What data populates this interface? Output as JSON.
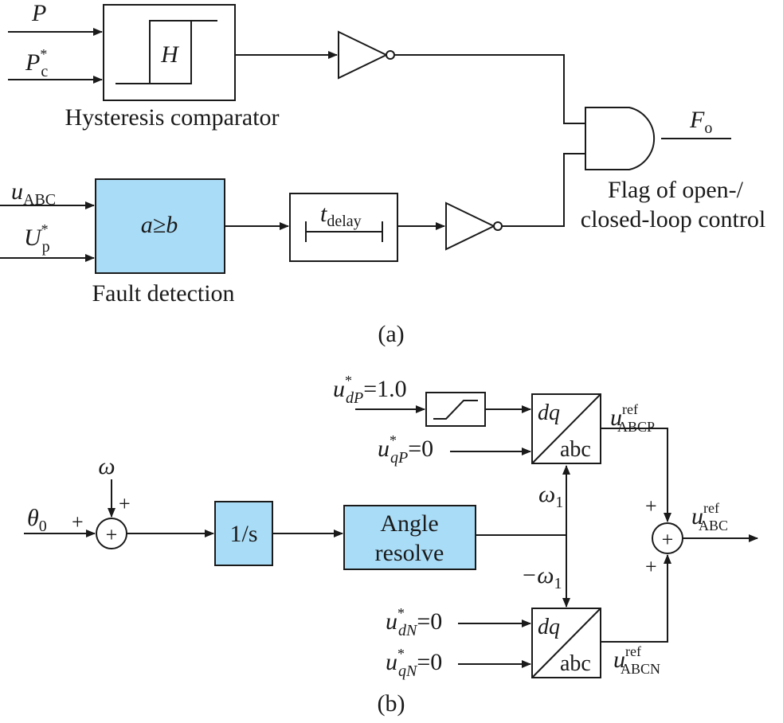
{
  "panel_a": {
    "input_p": "P",
    "input_pc_base": "P",
    "input_pc_sup": "*",
    "input_pc_sub": "c",
    "hysteresis_symbol": "H",
    "hysteresis_caption": "Hysteresis comparator",
    "input_uabc_base": "u",
    "input_uabc_sub": "ABC",
    "input_up_base": "U",
    "input_up_sup": "*",
    "input_up_sub": "p",
    "fault_block_text": "a≥b",
    "fault_caption": "Fault detection",
    "delay_base": "t",
    "delay_sub": "delay",
    "output_fo_base": "F",
    "output_fo_sub": "o",
    "flag_caption_line1": "Flag of open-/",
    "flag_caption_line2": "closed-loop control",
    "panel_label": "(a)"
  },
  "panel_b": {
    "theta_base": "θ",
    "theta_sub": "0",
    "theta_sign": "+",
    "omega": "ω",
    "omega_sign": "+",
    "sum_symbol": "+",
    "integrator_text": "1/s",
    "angle_line1": "Angle",
    "angle_line2": "resolve",
    "omega1_base": "ω",
    "omega1_sub": "1",
    "neg_omega1_base": "−ω",
    "neg_omega1_sub": "1",
    "udp_base": "u",
    "udp_sup": "*",
    "udp_sub": "dP",
    "udp_value": "=1.0",
    "uqp_base": "u",
    "uqp_sup": "*",
    "uqp_sub": "qP",
    "uqp_value": "=0",
    "udn_base": "u",
    "udn_sup": "*",
    "udn_sub": "dN",
    "udn_value": "=0",
    "uqn_base": "u",
    "uqn_sup": "*",
    "uqn_sub": "qN",
    "uqn_value": "=0",
    "dq_label": "dq",
    "abc_label": "abc",
    "refp_base": "u",
    "refp_sup": "ref",
    "refp_sub": "ABCP",
    "refn_base": "u",
    "refn_sup": "ref",
    "refn_sub": "ABCN",
    "ref_base": "u",
    "ref_sup": "ref",
    "ref_sub": "ABC",
    "sum2_symbol": "+",
    "sum2_sign_top": "+",
    "sum2_sign_bottom": "+",
    "panel_label": "(b)"
  },
  "colors": {
    "block_fill": "#a9dcf7",
    "line": "#1a1a1a"
  }
}
